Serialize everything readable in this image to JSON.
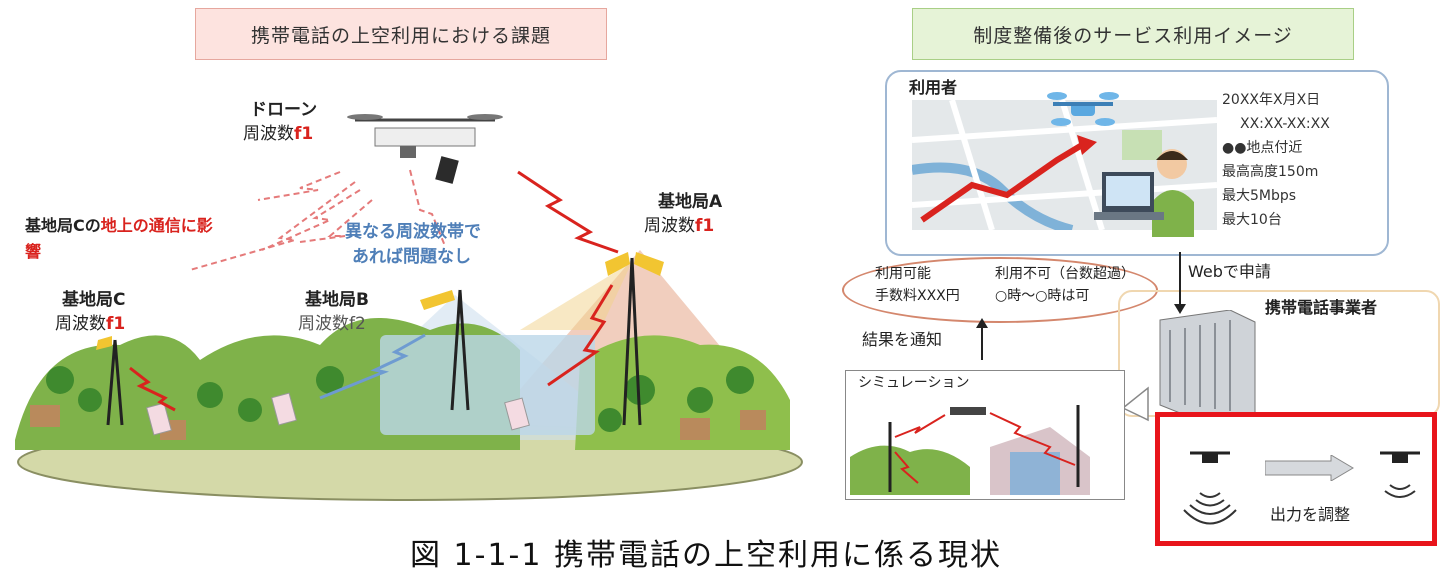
{
  "left_panel": {
    "title": "携帯電話の上空利用における課題",
    "drone_label": "ドローン",
    "drone_freq_prefix": "周波数",
    "drone_freq_value": "f1",
    "station_c_warning_prefix": "基地局Cの",
    "station_c_warning_red": "地上の通信に影響",
    "note_line1": "異なる周波数帯で",
    "note_line2": "あれば問題なし",
    "station_a_name": "基地局A",
    "station_a_freq_prefix": "周波数",
    "station_a_freq_value": "f1",
    "station_b_name": "基地局B",
    "station_b_freq": "周波数f2",
    "station_c_name": "基地局C",
    "station_c_freq_prefix": "周波数",
    "station_c_freq_value": "f1"
  },
  "right_panel": {
    "title": "制度整備後のサービス利用イメージ",
    "user_label": "利用者",
    "info_lines": [
      "20XX年X月X日",
      "XX:XX-XX:XX",
      "●●地点付近",
      "最高高度150m",
      "最大5Mbps",
      "最大10台"
    ],
    "result_ok": "利用可能",
    "result_fee": "手数料XXX円",
    "result_ng": "利用不可（台数超過）",
    "result_ng_time": "○時～○時は可",
    "apply_label": "Webで申請",
    "carrier_label": "携帯電話事業者",
    "notify_label": "結果を通知",
    "simulation_label": "シミュレーション",
    "adjust_label": "出力を調整"
  },
  "caption": "図 1-1-1  携帯電話の上空利用に係る現状",
  "colors": {
    "accent_red": "#d9231e",
    "note_blue": "#4f7fb8",
    "highlight_border": "#e8141b"
  }
}
